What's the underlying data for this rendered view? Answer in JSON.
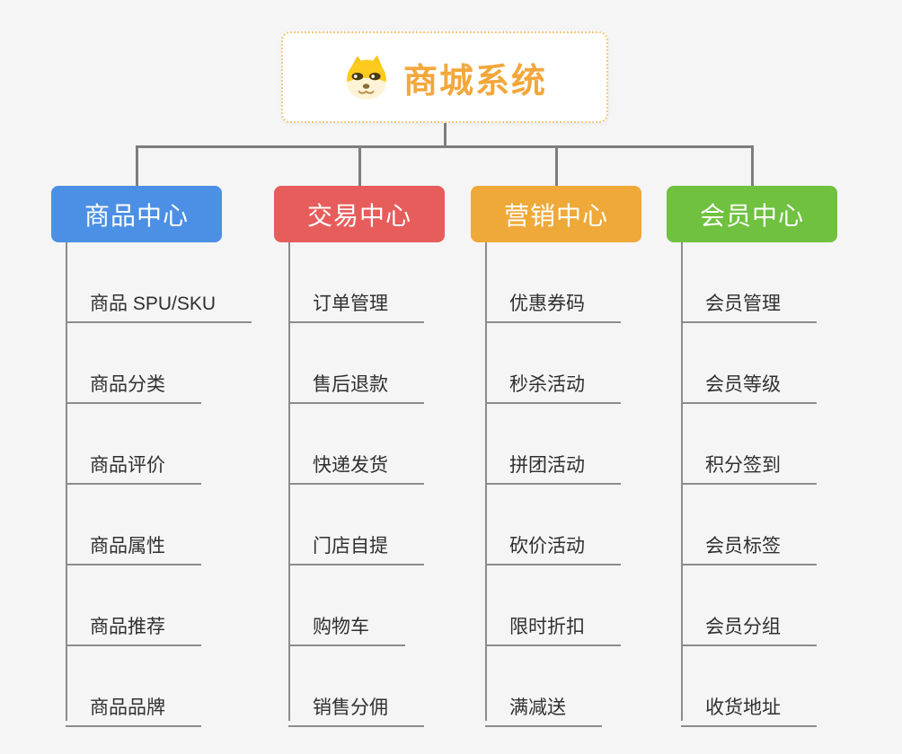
{
  "root": {
    "title": "商城系统",
    "icon": "dog-icon",
    "text_color": "#F3A73B",
    "border_color": "#F6C87E"
  },
  "connector_color": "#7D7D7D",
  "background_color": "#F5F5F5",
  "branches": [
    {
      "label": "商品中心",
      "color": "#4B90E4",
      "items": [
        "商品 SPU/SKU",
        "商品分类",
        "商品评价",
        "商品属性",
        "商品推荐",
        "商品品牌"
      ]
    },
    {
      "label": "交易中心",
      "color": "#E65D5B",
      "items": [
        "订单管理",
        "售后退款",
        "快递发货",
        "门店自提",
        "购物车",
        "销售分佣"
      ]
    },
    {
      "label": "营销中心",
      "color": "#EFA938",
      "items": [
        "优惠券码",
        "秒杀活动",
        "拼团活动",
        "砍价活动",
        "限时折扣",
        "满减送"
      ]
    },
    {
      "label": "会员中心",
      "color": "#6FC13F",
      "items": [
        "会员管理",
        "会员等级",
        "积分签到",
        "会员标签",
        "会员分组",
        "收货地址"
      ]
    }
  ]
}
